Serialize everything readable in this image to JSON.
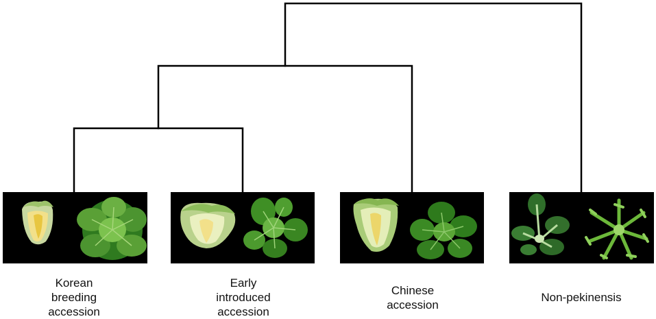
{
  "diagram": {
    "type": "dendrogram",
    "line_color": "#000000",
    "panel_background": "#000000",
    "groups": [
      {
        "id": "korean",
        "label": "Korean\nbreeding\naccession",
        "images": [
          "napa-cabbage-head-cut",
          "leafy-rosette-plant"
        ]
      },
      {
        "id": "early",
        "label": "Early\nintroduced\naccession",
        "images": [
          "napa-cabbage-head-cut",
          "leafy-rosette-plant"
        ]
      },
      {
        "id": "chinese",
        "label": "Chinese\naccession",
        "images": [
          "napa-cabbage-head-cut",
          "leafy-rosette-plant"
        ]
      },
      {
        "id": "nonpek",
        "label": "Non-pekinensis",
        "images": [
          "pak-choi-plant",
          "frilly-leaf-rosette"
        ]
      }
    ],
    "clades": [
      {
        "id": "c1",
        "members": [
          "korean",
          "early"
        ]
      },
      {
        "id": "c2",
        "members": [
          "c1",
          "chinese"
        ]
      },
      {
        "id": "c3",
        "members": [
          "c2",
          "nonpek"
        ]
      }
    ]
  }
}
